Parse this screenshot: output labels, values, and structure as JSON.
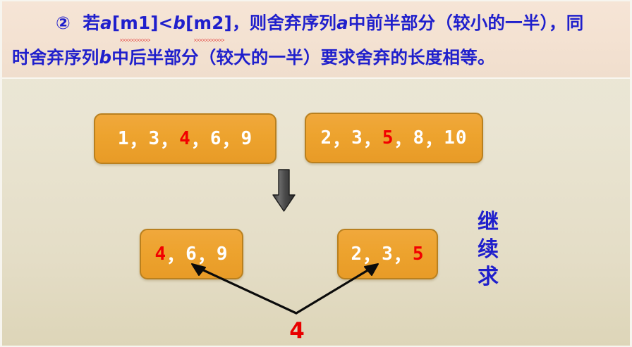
{
  "slide": {
    "background_top": "#ece7d8",
    "background_bottom": "#ddd5b8",
    "header_background": "#f3e1d1",
    "text_color": "#1f1fcc",
    "accent_orange": "#eda32e",
    "highlight_red": "#f20000"
  },
  "header": {
    "marker": "②",
    "line1_part1": "若",
    "line1_var_a": "a",
    "line1_bracket_open_a": "[",
    "line1_m1": "m1",
    "line1_bracket_close_a": "]<",
    "line1_var_b": "b",
    "line1_bracket_open_b": "[",
    "line1_m2": "m2",
    "line1_bracket_close_b": "]",
    "line1_part2": "，则舍弃序列",
    "line1_var_a2": "a",
    "line1_part3": "中前半部分（较小的一半），同",
    "line2_part1": "时舍弃序列",
    "line2_var_b": "b",
    "line2_part2": "中后半部分（较大的一半）要求舍弃的长度相等。"
  },
  "boxes": {
    "array_a_full": {
      "label": "1，3，4，6，9",
      "items": [
        "1",
        "3",
        "4",
        "6",
        "9"
      ],
      "highlight_index": 2,
      "highlight_value": "4",
      "separator": "，"
    },
    "array_b_full": {
      "label": "2，3，5，8，10",
      "items": [
        "2",
        "3",
        "5",
        "8",
        "10"
      ],
      "highlight_index": 2,
      "highlight_value": "5",
      "separator": "，"
    },
    "array_a_half": {
      "label": "4，6，9",
      "items": [
        "4",
        "6",
        "9"
      ],
      "highlight_index": 0,
      "highlight_value": "4",
      "separator": "，"
    },
    "array_b_half": {
      "label": "2，3，5",
      "items": [
        "2",
        "3",
        "5"
      ],
      "highlight_index": 2,
      "highlight_value": "5",
      "separator": "，"
    }
  },
  "annotations": {
    "continue_label_chars": [
      "继",
      "续",
      "求"
    ],
    "continue_label": "继续求",
    "bottom_value": "4"
  },
  "icons": {
    "down_arrow": "down-block-arrow-icon",
    "left_pointer": "arrow-up-left-icon",
    "right_pointer": "arrow-up-right-icon"
  }
}
